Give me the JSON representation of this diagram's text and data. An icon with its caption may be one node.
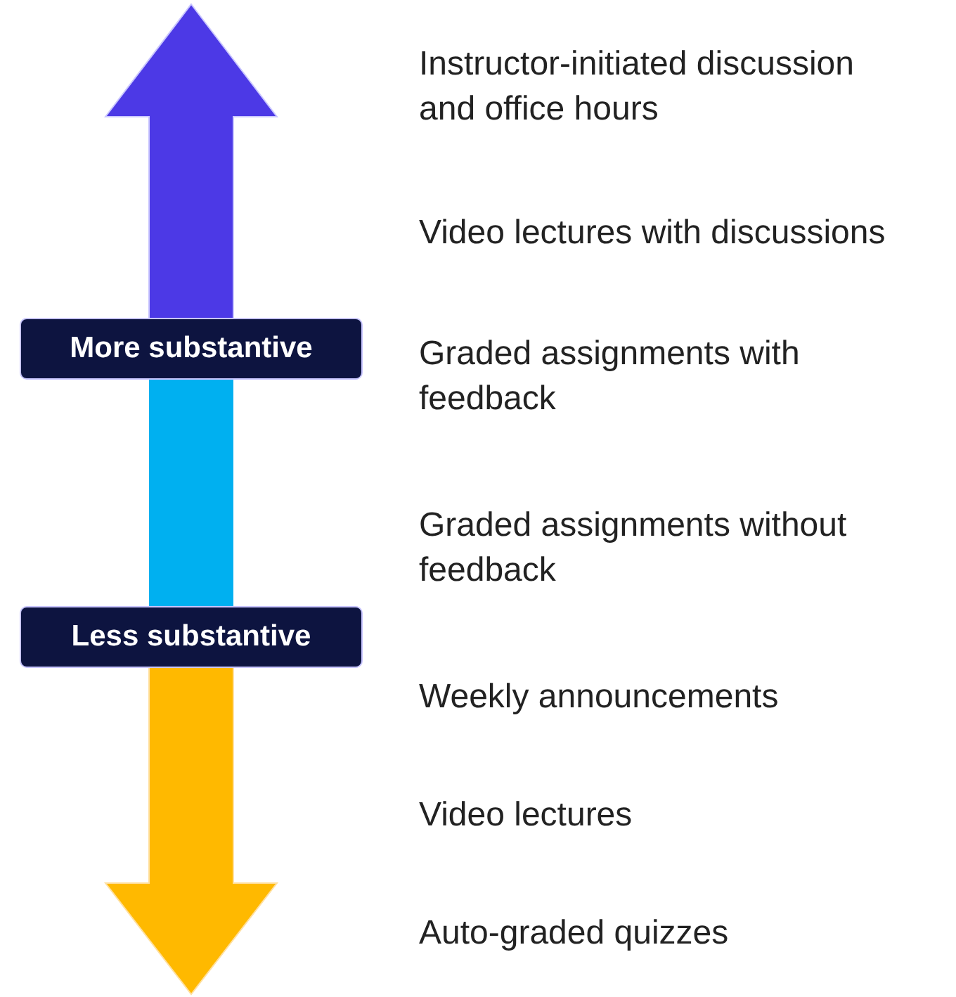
{
  "diagram": {
    "nodes": [
      {
        "text": [
          "More substantive"
        ]
      },
      {
        "text": [
          "Less substantive"
        ]
      }
    ],
    "labels": [
      "Instructor-initiated discussion and office hours",
      "Video lectures with discussions",
      "Graded assignments with feedback",
      "Graded assignments without feedback",
      "Weekly announcements",
      "Video lectures",
      "Auto-graded quizzes"
    ]
  }
}
